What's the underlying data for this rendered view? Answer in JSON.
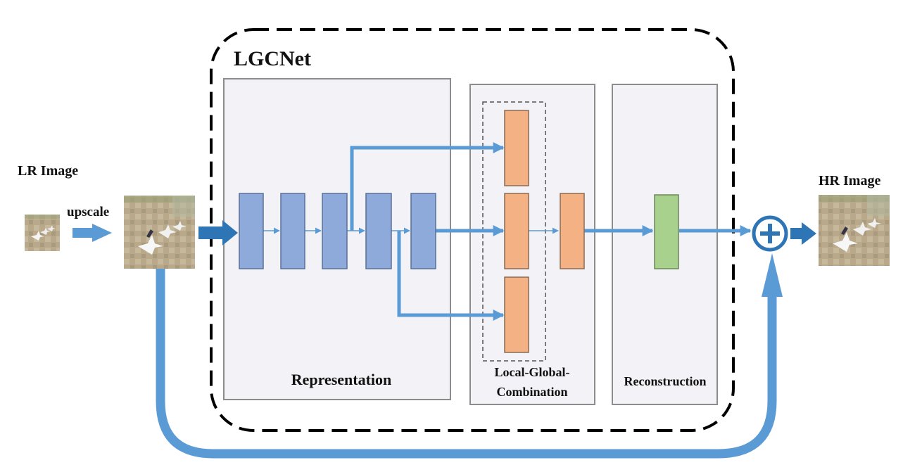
{
  "title": "LGCNet",
  "inputs": {
    "lr_label": "LR Image",
    "upscale_label": "upscale"
  },
  "outputs": {
    "hr_label": "HR Image"
  },
  "stages": {
    "representation": "Representation",
    "combination_line1": "Local-Global-",
    "combination_line2": "Combination",
    "reconstruction": "Reconstruction"
  },
  "colors": {
    "arrow": "#5b9bd5",
    "arrow_dark": "#2e75b6",
    "conv_block": "#8eaadb",
    "combine_block": "#f4b183",
    "recon_block": "#a9d18e",
    "panel": "#f2f2f7",
    "panel_border": "#8c8c8c",
    "frame": "#000000"
  },
  "icons": {
    "sum": "plus-circle-icon",
    "images": "aerial-airport-thumbnail"
  }
}
